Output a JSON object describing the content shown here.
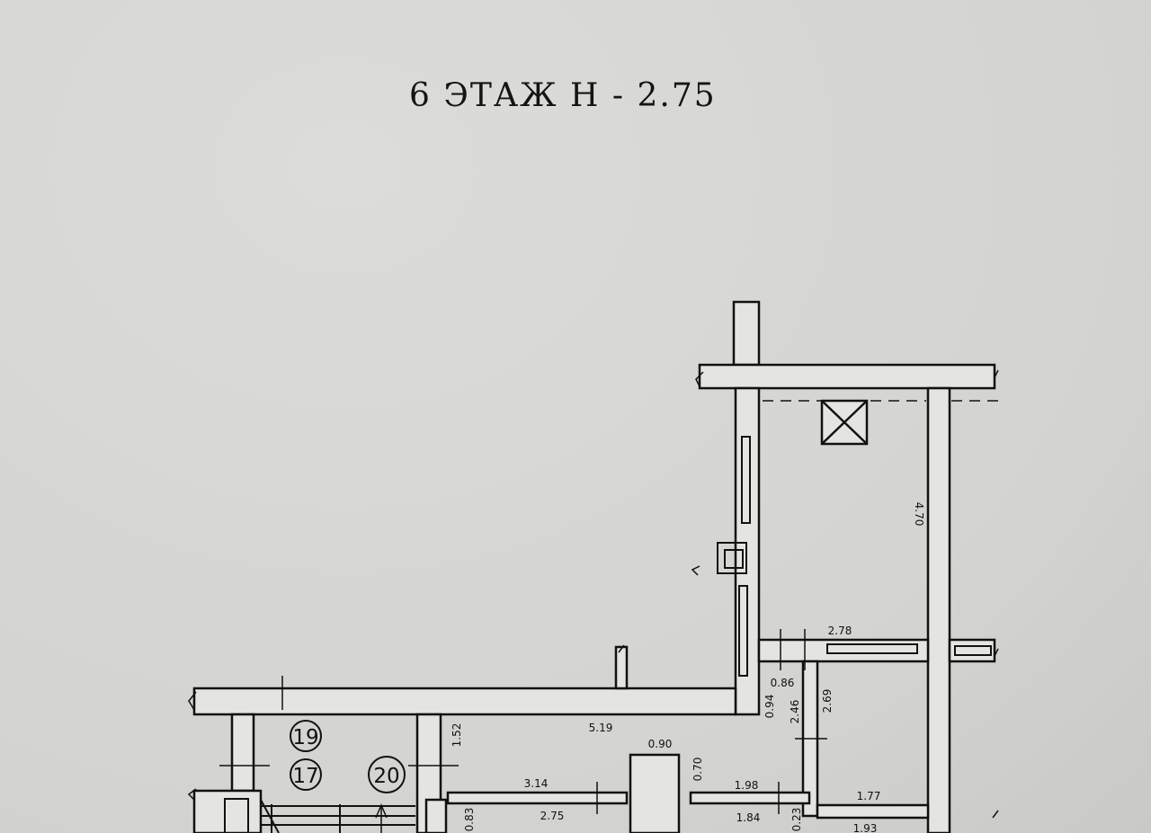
{
  "title": "6 ЭТАЖ Н - 2.75",
  "dimensions": {
    "d_4_70": "4.70",
    "d_2_78": "2.78",
    "d_0_86": "0.86",
    "d_0_94": "0.94",
    "d_2_46": "2.46",
    "d_2_69": "2.69",
    "d_1_52": "1.52",
    "d_5_19": "5.19",
    "d_0_90": "0.90",
    "d_0_70": "0.70",
    "d_3_14": "3.14",
    "d_1_98": "1.98",
    "d_1_77": "1.77",
    "d_2_75": "2.75",
    "d_1_84": "1.84",
    "d_0_23": "0.23",
    "d_1_93": "1.93",
    "d_0_83": "0.83"
  },
  "markers": {
    "m19": "19",
    "m17": "17",
    "m20": "20"
  },
  "colors": {
    "paper": "#d7d7d3",
    "ink": "#111111",
    "wall_fill": "#e4e4e0"
  }
}
